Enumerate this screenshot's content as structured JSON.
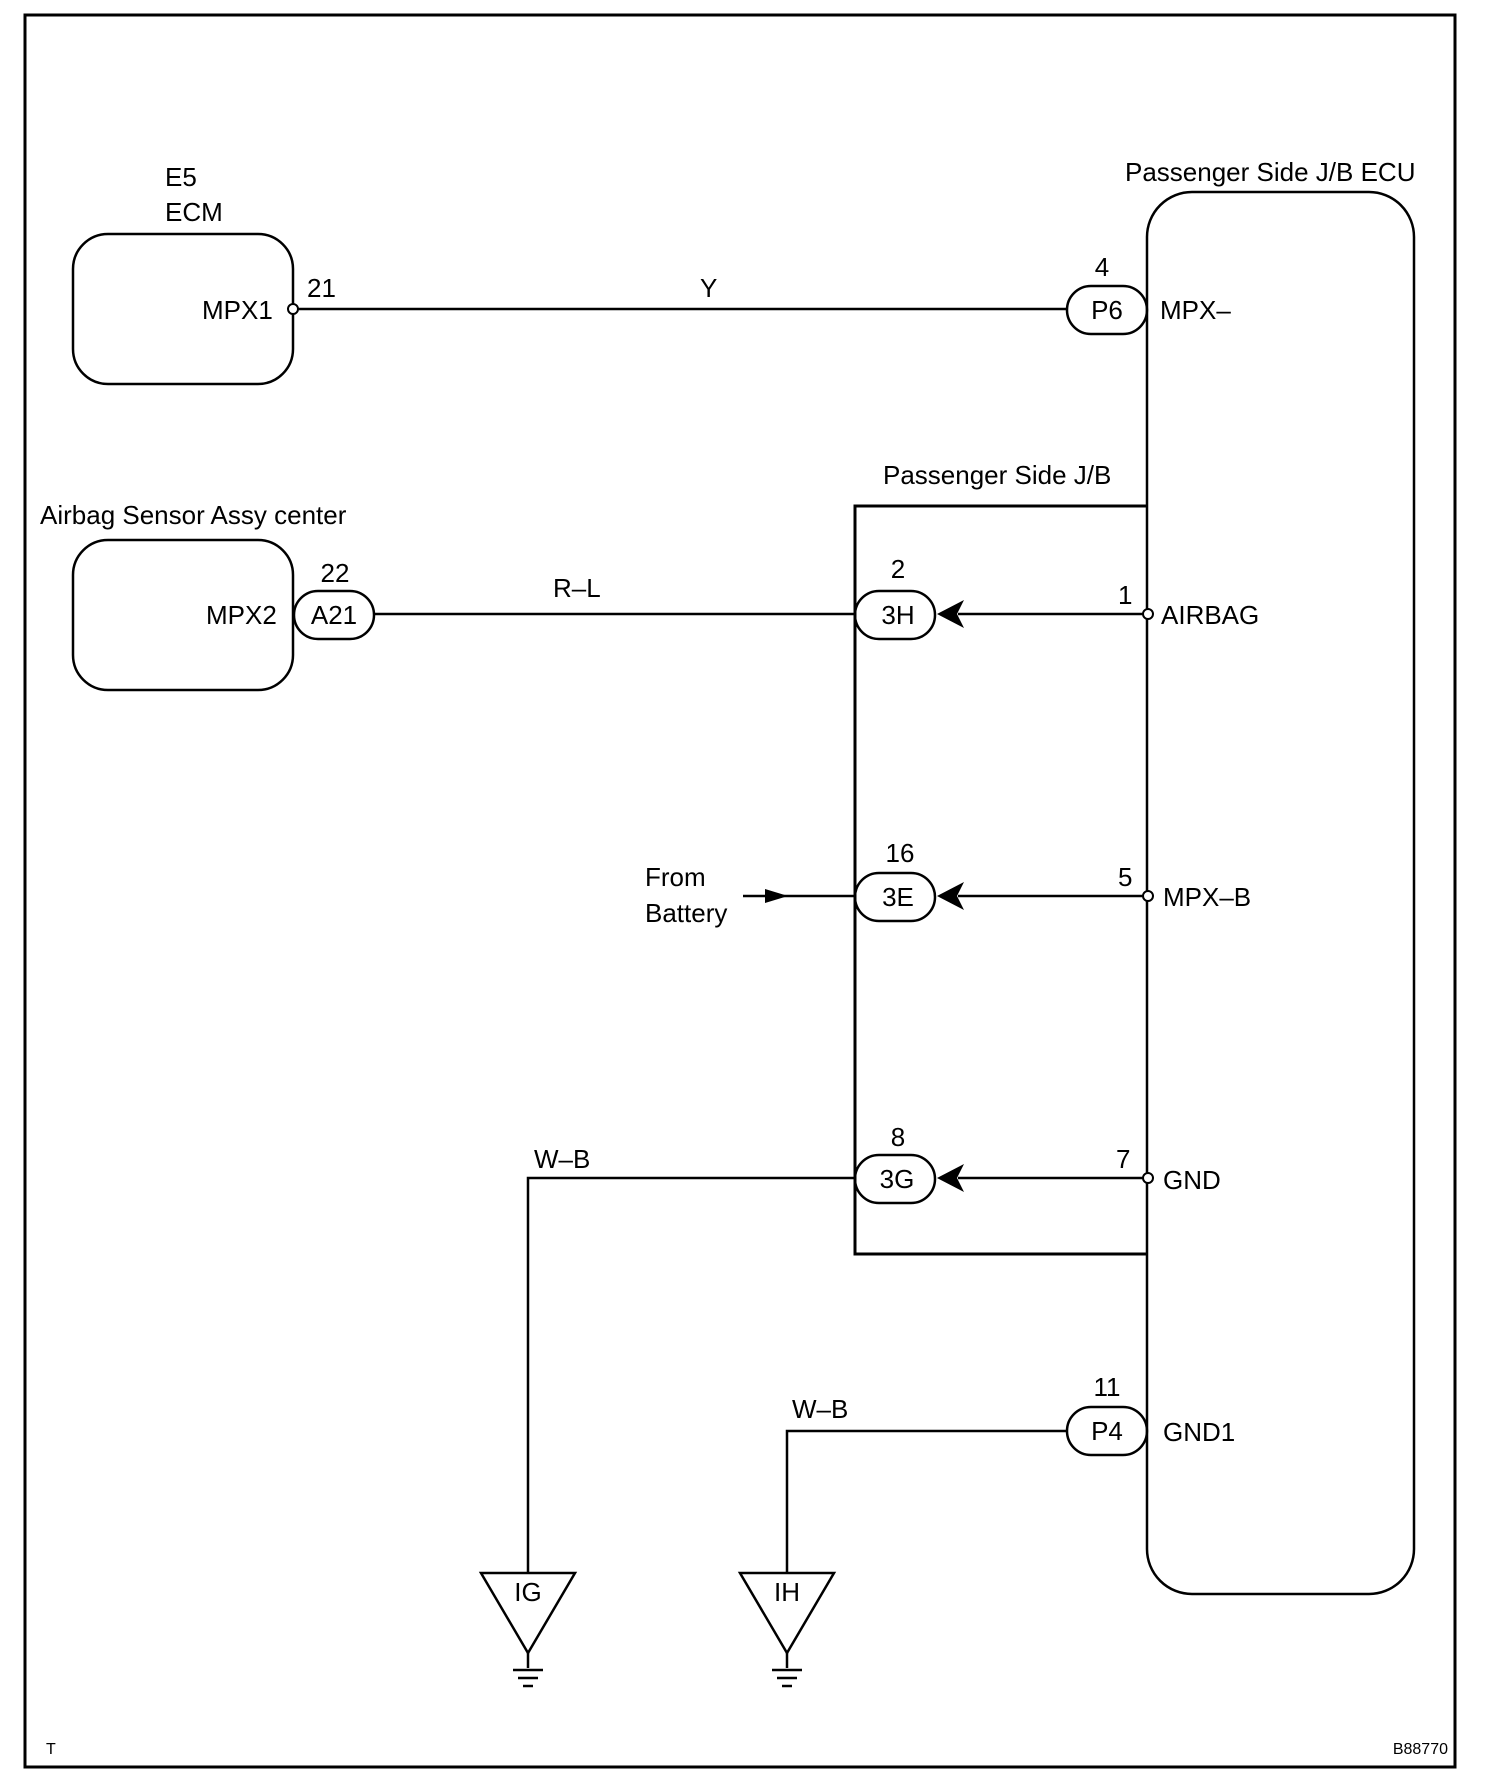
{
  "components": {
    "ecm": {
      "code": "E5",
      "name": "ECM",
      "pin_label": "MPX1",
      "pin_number": "21"
    },
    "airbag_sensor": {
      "name": "Airbag Sensor Assy center",
      "pin_label": "MPX2",
      "pin_number": "22",
      "connector": "A21"
    },
    "jb_ecu": {
      "name": "Passenger Side J/B ECU",
      "pins": [
        {
          "label": "MPX–",
          "number": "4",
          "connector": "P6"
        },
        {
          "label": "AIRBAG",
          "number": "1"
        },
        {
          "label": "MPX–B",
          "number": "5"
        },
        {
          "label": "GND",
          "number": "7"
        },
        {
          "label": "GND1",
          "number": "11",
          "connector": "P4"
        }
      ]
    },
    "jb": {
      "name": "Passenger Side J/B",
      "connectors": [
        {
          "id": "3H",
          "pin": "2"
        },
        {
          "id": "3E",
          "pin": "16"
        },
        {
          "id": "3G",
          "pin": "8"
        }
      ]
    }
  },
  "wires": {
    "mpx1_color": "Y",
    "mpx2_color": "R–L",
    "gnd_color": "W–B",
    "gnd1_color": "W–B"
  },
  "from_battery": {
    "line1": "From",
    "line2": "Battery"
  },
  "grounds": [
    "IG",
    "IH"
  ],
  "footer": {
    "left_mark": "T",
    "figure_id": "B88770"
  }
}
